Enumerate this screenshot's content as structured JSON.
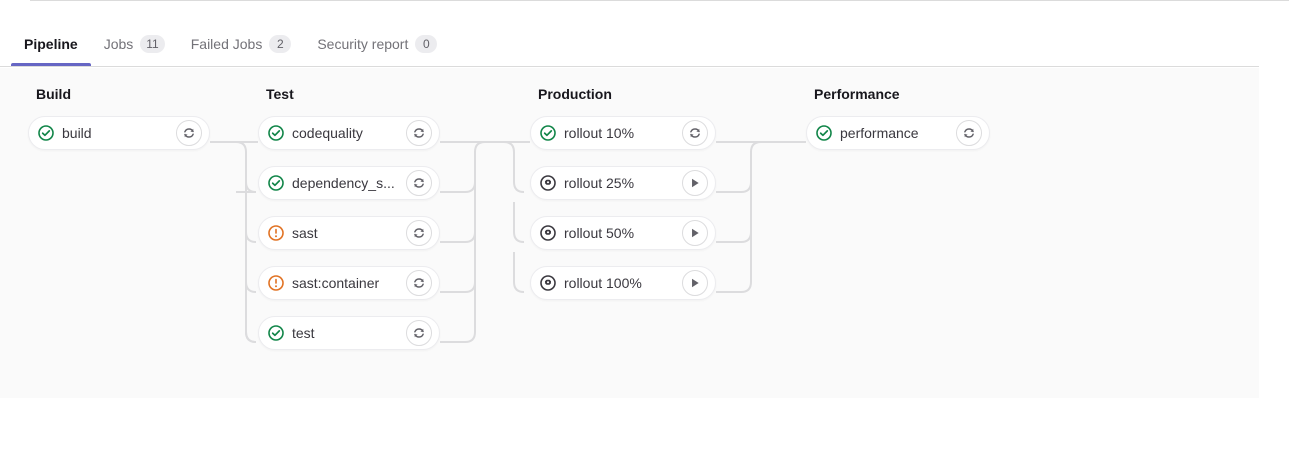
{
  "tabs": [
    {
      "label": "Pipeline",
      "badge": null,
      "active": true,
      "name": "tab-pipeline"
    },
    {
      "label": "Jobs",
      "badge": "11",
      "active": false,
      "name": "tab-jobs"
    },
    {
      "label": "Failed Jobs",
      "badge": "2",
      "active": false,
      "name": "tab-failed-jobs"
    },
    {
      "label": "Security report",
      "badge": "0",
      "active": false,
      "name": "tab-security-report"
    }
  ],
  "colors": {
    "active_tab_underline": "#6666c4",
    "success": "#108548",
    "warning": "#e17223",
    "manual": "#3a383f",
    "panel_background": "#fafafa",
    "card_border": "#ececef",
    "connector": "#dcdcde"
  },
  "pipeline": {
    "stages": [
      {
        "name": "Build",
        "jobs": [
          {
            "name": "build",
            "status": "success",
            "action": "retry"
          }
        ]
      },
      {
        "name": "Test",
        "jobs": [
          {
            "name": "codequality",
            "status": "success",
            "action": "retry"
          },
          {
            "name": "dependency_s...",
            "status": "success",
            "action": "retry"
          },
          {
            "name": "sast",
            "status": "warning",
            "action": "retry"
          },
          {
            "name": "sast:container",
            "status": "warning",
            "action": "retry"
          },
          {
            "name": "test",
            "status": "success",
            "action": "retry"
          }
        ]
      },
      {
        "name": "Production",
        "jobs": [
          {
            "name": "rollout 10%",
            "status": "success",
            "action": "retry"
          },
          {
            "name": "rollout 25%",
            "status": "manual",
            "action": "play"
          },
          {
            "name": "rollout 50%",
            "status": "manual",
            "action": "play"
          },
          {
            "name": "rollout 100%",
            "status": "manual",
            "action": "play"
          }
        ]
      },
      {
        "name": "Performance",
        "jobs": [
          {
            "name": "performance",
            "status": "success",
            "action": "retry"
          }
        ]
      }
    ]
  },
  "icons": {
    "success": "status-success-icon",
    "warning": "status-warning-icon",
    "manual": "status-manual-icon",
    "retry": "retry-icon",
    "play": "play-icon"
  }
}
